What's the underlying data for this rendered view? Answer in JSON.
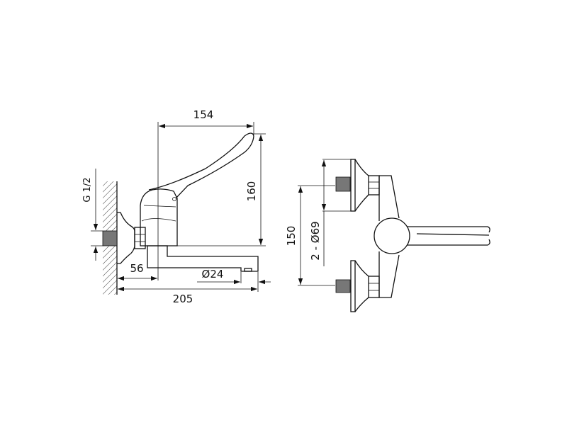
{
  "drawing": {
    "side_view": {
      "dim_width_handle": "154",
      "dim_height": "160",
      "dim_thread": "G 1/2",
      "dim_wall_offset": "56",
      "dim_spout_diameter": "Ø24",
      "dim_total_length": "205"
    },
    "front_view": {
      "dim_centers": "150",
      "dim_flange": "2 - Ø69"
    }
  },
  "colors": {
    "line": "#111111",
    "thread": "#777777"
  }
}
